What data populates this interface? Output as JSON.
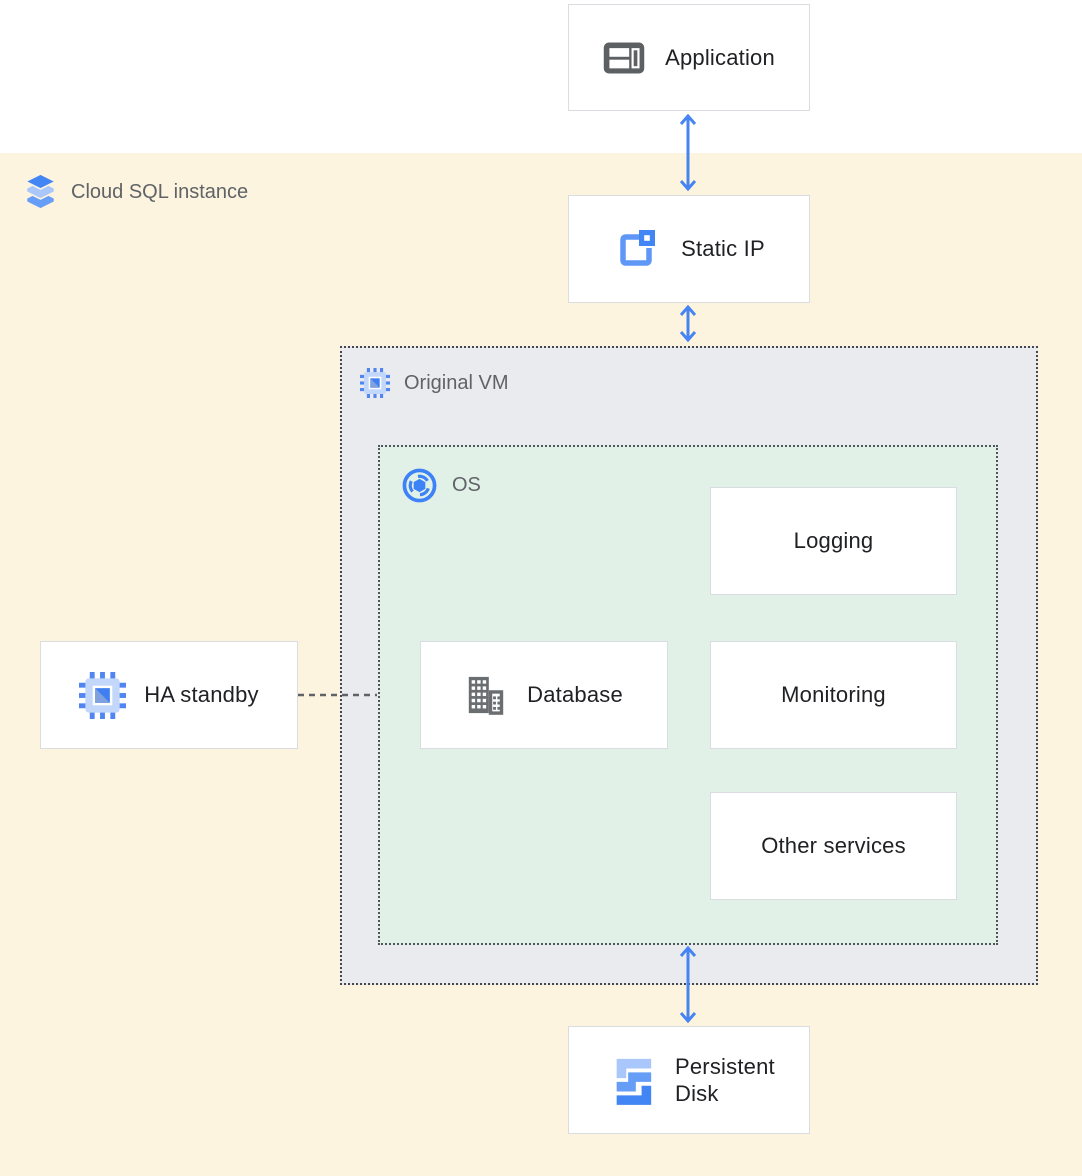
{
  "regions": {
    "cloud_sql": {
      "label": "Cloud SQL instance"
    },
    "original_vm": {
      "label": "Original VM"
    },
    "os": {
      "label": "OS"
    }
  },
  "nodes": {
    "application": {
      "label": "Application"
    },
    "static_ip": {
      "label": "Static IP"
    },
    "logging": {
      "label": "Logging"
    },
    "database": {
      "label": "Database"
    },
    "monitoring": {
      "label": "Monitoring"
    },
    "other_services": {
      "label": "Other services"
    },
    "ha_standby": {
      "label": "HA standby"
    },
    "persistent_disk": {
      "label": "Persistent Disk"
    }
  },
  "edges": [
    {
      "from": "application",
      "to": "static_ip",
      "style": "solid-double-arrow"
    },
    {
      "from": "static_ip",
      "to": "original_vm",
      "style": "solid-double-arrow"
    },
    {
      "from": "os",
      "to": "persistent_disk",
      "style": "solid-double-arrow"
    },
    {
      "from": "ha_standby",
      "to": "os",
      "style": "dashed-line"
    }
  ],
  "icons": {
    "cloud_sql": "cloud-sql-stack-icon",
    "application": "app-window-icon",
    "static_ip": "external-ip-icon",
    "original_vm": "compute-engine-icon",
    "os": "os-icon",
    "database": "datacenter-building-icon",
    "ha_standby": "compute-engine-icon",
    "persistent_disk": "persistent-disk-icon"
  },
  "colors": {
    "canvas_yellow": "#FCF4DE",
    "top_strip_white": "#FFFFFF",
    "vm_region_fill": "#E9EBEE",
    "os_region_fill": "#E2F1E8",
    "node_border": "#D9DCE0",
    "dashed_border": "#44484C",
    "arrow_blue": "#4784F3",
    "node_text": "#202124",
    "region_label_text": "#5F6368",
    "icon_blue": "#4285F4",
    "icon_medium_blue": "#669DF6",
    "icon_light_blue": "#A9C7FA",
    "icon_body_blue": "#C3D7FA",
    "icon_muted_blue": "#7FA1E0",
    "icon_gray": "#5C6063",
    "building_gray": "#6A6E71"
  }
}
